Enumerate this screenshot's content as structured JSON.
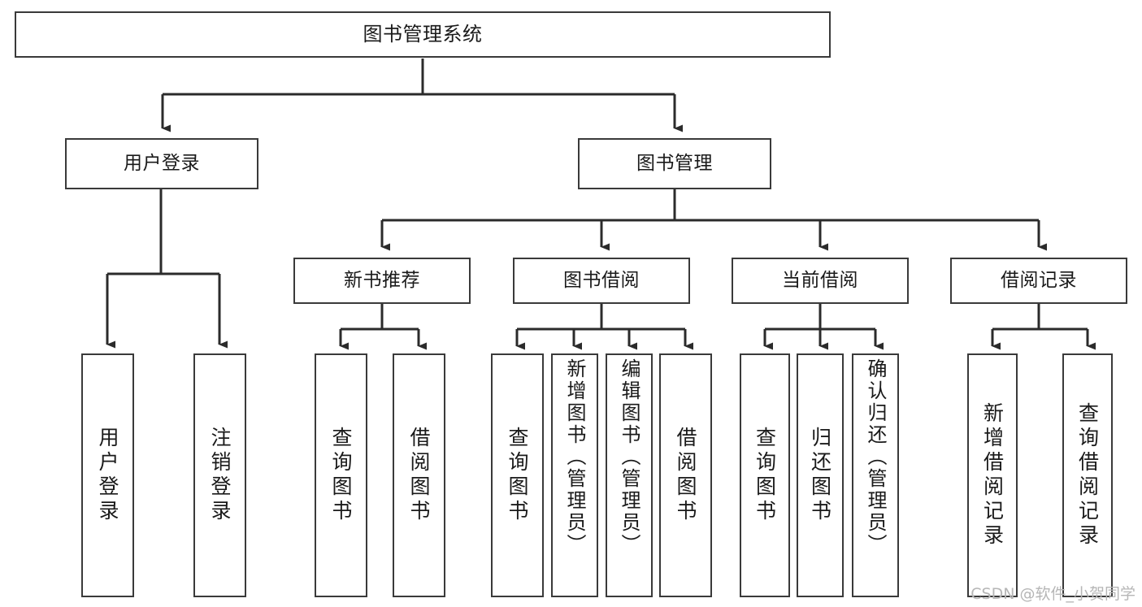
{
  "diagram": {
    "type": "tree-hierarchy",
    "title": "图书管理系统",
    "orientation": "top-down",
    "colors": {
      "background": "#ffffff",
      "node_border": "#3a3a3a",
      "node_fill": "#ffffff",
      "text": "#1a1a1a",
      "connector": "#2b2b2b",
      "watermark": "#b6b6b6"
    },
    "watermark": "CSDN @软件_小贺同学",
    "nodes": {
      "root": {
        "label": "图书管理系统",
        "level": 1
      },
      "l2": [
        {
          "id": "user-login",
          "label": "用户登录",
          "level": 2
        },
        {
          "id": "book-manage",
          "label": "图书管理",
          "level": 2
        }
      ],
      "l3": [
        {
          "id": "new-book-recommend",
          "label": "新书推荐",
          "level": 3,
          "parent": "book-manage"
        },
        {
          "id": "book-borrow",
          "label": "图书借阅",
          "level": 3,
          "parent": "book-manage"
        },
        {
          "id": "current-borrow",
          "label": "当前借阅",
          "level": 3,
          "parent": "book-manage"
        },
        {
          "id": "borrow-record",
          "label": "借阅记录",
          "level": 3,
          "parent": "book-manage"
        }
      ],
      "leaves": [
        {
          "id": "leaf-user-login",
          "label": "用户登录",
          "parent": "user-login"
        },
        {
          "id": "leaf-logout-login",
          "label": "注销登录",
          "parent": "user-login"
        },
        {
          "id": "leaf-query-book-1",
          "label": "查询图书",
          "parent": "new-book-recommend"
        },
        {
          "id": "leaf-borrow-book-1",
          "label": "借阅图书",
          "parent": "new-book-recommend"
        },
        {
          "id": "leaf-query-book-2",
          "label": "查询图书",
          "parent": "book-borrow"
        },
        {
          "id": "leaf-add-book",
          "label": "新增图书（管理员）",
          "parent": "book-borrow"
        },
        {
          "id": "leaf-edit-book",
          "label": "编辑图书（管理员）",
          "parent": "book-borrow"
        },
        {
          "id": "leaf-borrow-book-2",
          "label": "借阅图书",
          "parent": "book-borrow"
        },
        {
          "id": "leaf-query-book-3",
          "label": "查询图书",
          "parent": "current-borrow"
        },
        {
          "id": "leaf-return-book",
          "label": "归还图书",
          "parent": "current-borrow"
        },
        {
          "id": "leaf-confirm-return",
          "label": "确认归还（管理员）",
          "parent": "current-borrow"
        },
        {
          "id": "leaf-add-record",
          "label": "新增借阅记录",
          "parent": "borrow-record"
        },
        {
          "id": "leaf-query-record",
          "label": "查询借阅记录",
          "parent": "borrow-record"
        }
      ]
    }
  }
}
